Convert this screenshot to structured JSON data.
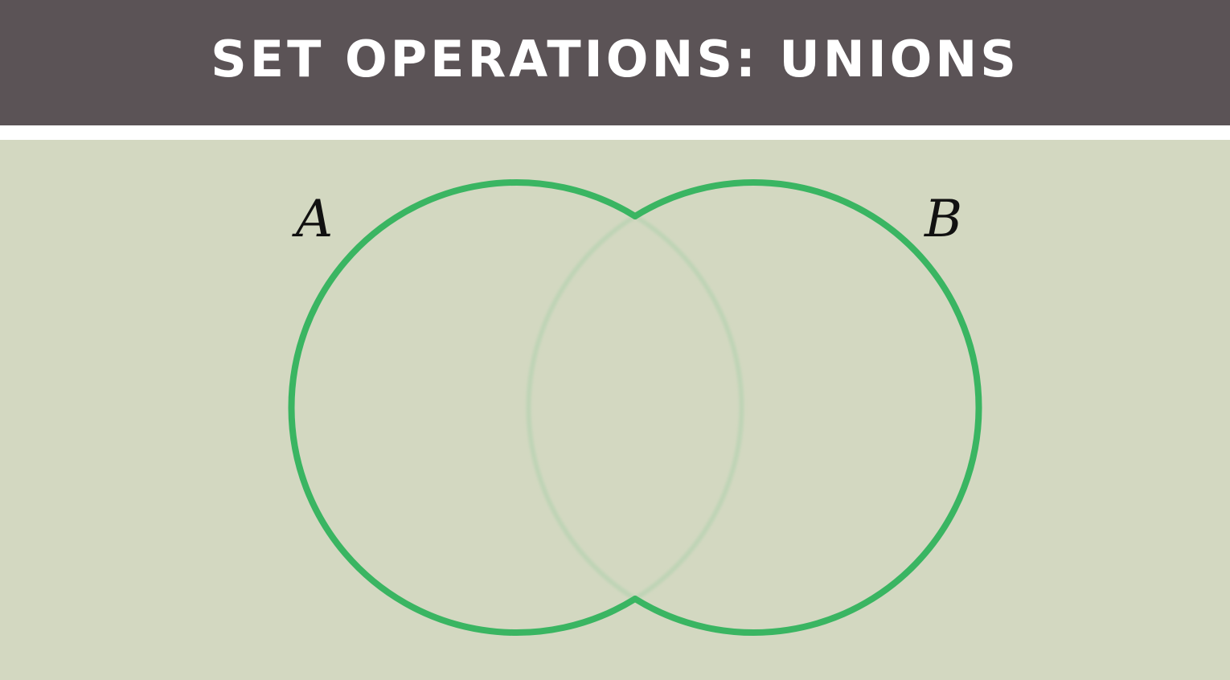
{
  "title": "SET OPERATIONS: UNIONS",
  "diagram": {
    "type": "venn",
    "operation": "union",
    "sets": [
      {
        "label": "A"
      },
      {
        "label": "B"
      }
    ],
    "colors": {
      "header_background": "#5b5356",
      "canvas_background": "#d3d8c1",
      "union_outline": "#3ab562",
      "intersection_faded_outline": "#bfd4b6",
      "label_text": "#111111"
    }
  }
}
